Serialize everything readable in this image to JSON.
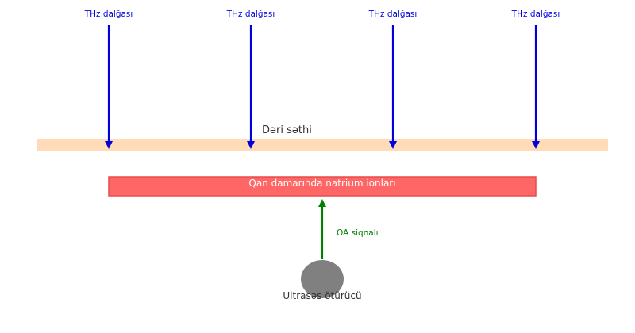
{
  "waves": {
    "label": "THz dalğası",
    "count": 4,
    "color": "#0000dd"
  },
  "skin": {
    "label": "Dəri səthi",
    "color": "#ffdbb8"
  },
  "vessel": {
    "label": "Qan damarında natrium ionları",
    "fill": "#ff6666",
    "stroke": "#e84a4a"
  },
  "signal": {
    "label": "OA siqnalı",
    "color": "#008000"
  },
  "transducer": {
    "label": "Ultrasəs ötürücü",
    "color": "#808080"
  },
  "text_color": "#333333"
}
